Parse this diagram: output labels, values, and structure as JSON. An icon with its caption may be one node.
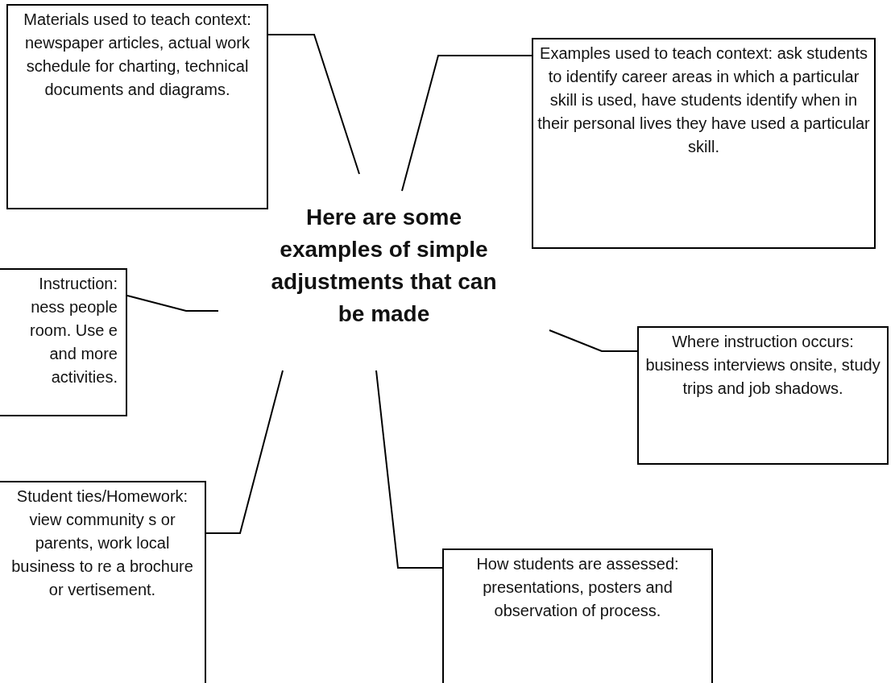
{
  "diagram": {
    "nodes": [
      {
        "text": [
          "Here are some examples of simple adjustments that can be made"
        ]
      },
      {
        "text": [
          "Materials used to teach context: newspaper articles, actual work schedule for charting, technical documents and diagrams."
        ]
      },
      {
        "text": [
          "Examples used to teach context: ask students to identify career areas in which a particular skill is used, have students identify when in their personal lives they have used a particular skill."
        ]
      },
      {
        "text": [
          "Instruction: ness people room. Use e and more activities."
        ]
      },
      {
        "text": [
          "Where instruction occurs: business interviews onsite, study trips and job shadows."
        ]
      },
      {
        "text": [
          "Student ties/Homework: view community s or parents, work local business to re a brochure or vertisement."
        ]
      },
      {
        "text": [
          "How students are assessed: presentations, posters and observation of process."
        ]
      }
    ],
    "edges": [
      {
        "from": 1,
        "to": 0,
        "arrow": "none"
      },
      {
        "from": 2,
        "to": 0,
        "arrow": "none"
      },
      {
        "from": 3,
        "to": 0,
        "arrow": "none"
      },
      {
        "from": 4,
        "to": 0,
        "arrow": "none"
      },
      {
        "from": 5,
        "to": 0,
        "arrow": "none"
      },
      {
        "from": 6,
        "to": 0,
        "arrow": "none"
      }
    ]
  }
}
